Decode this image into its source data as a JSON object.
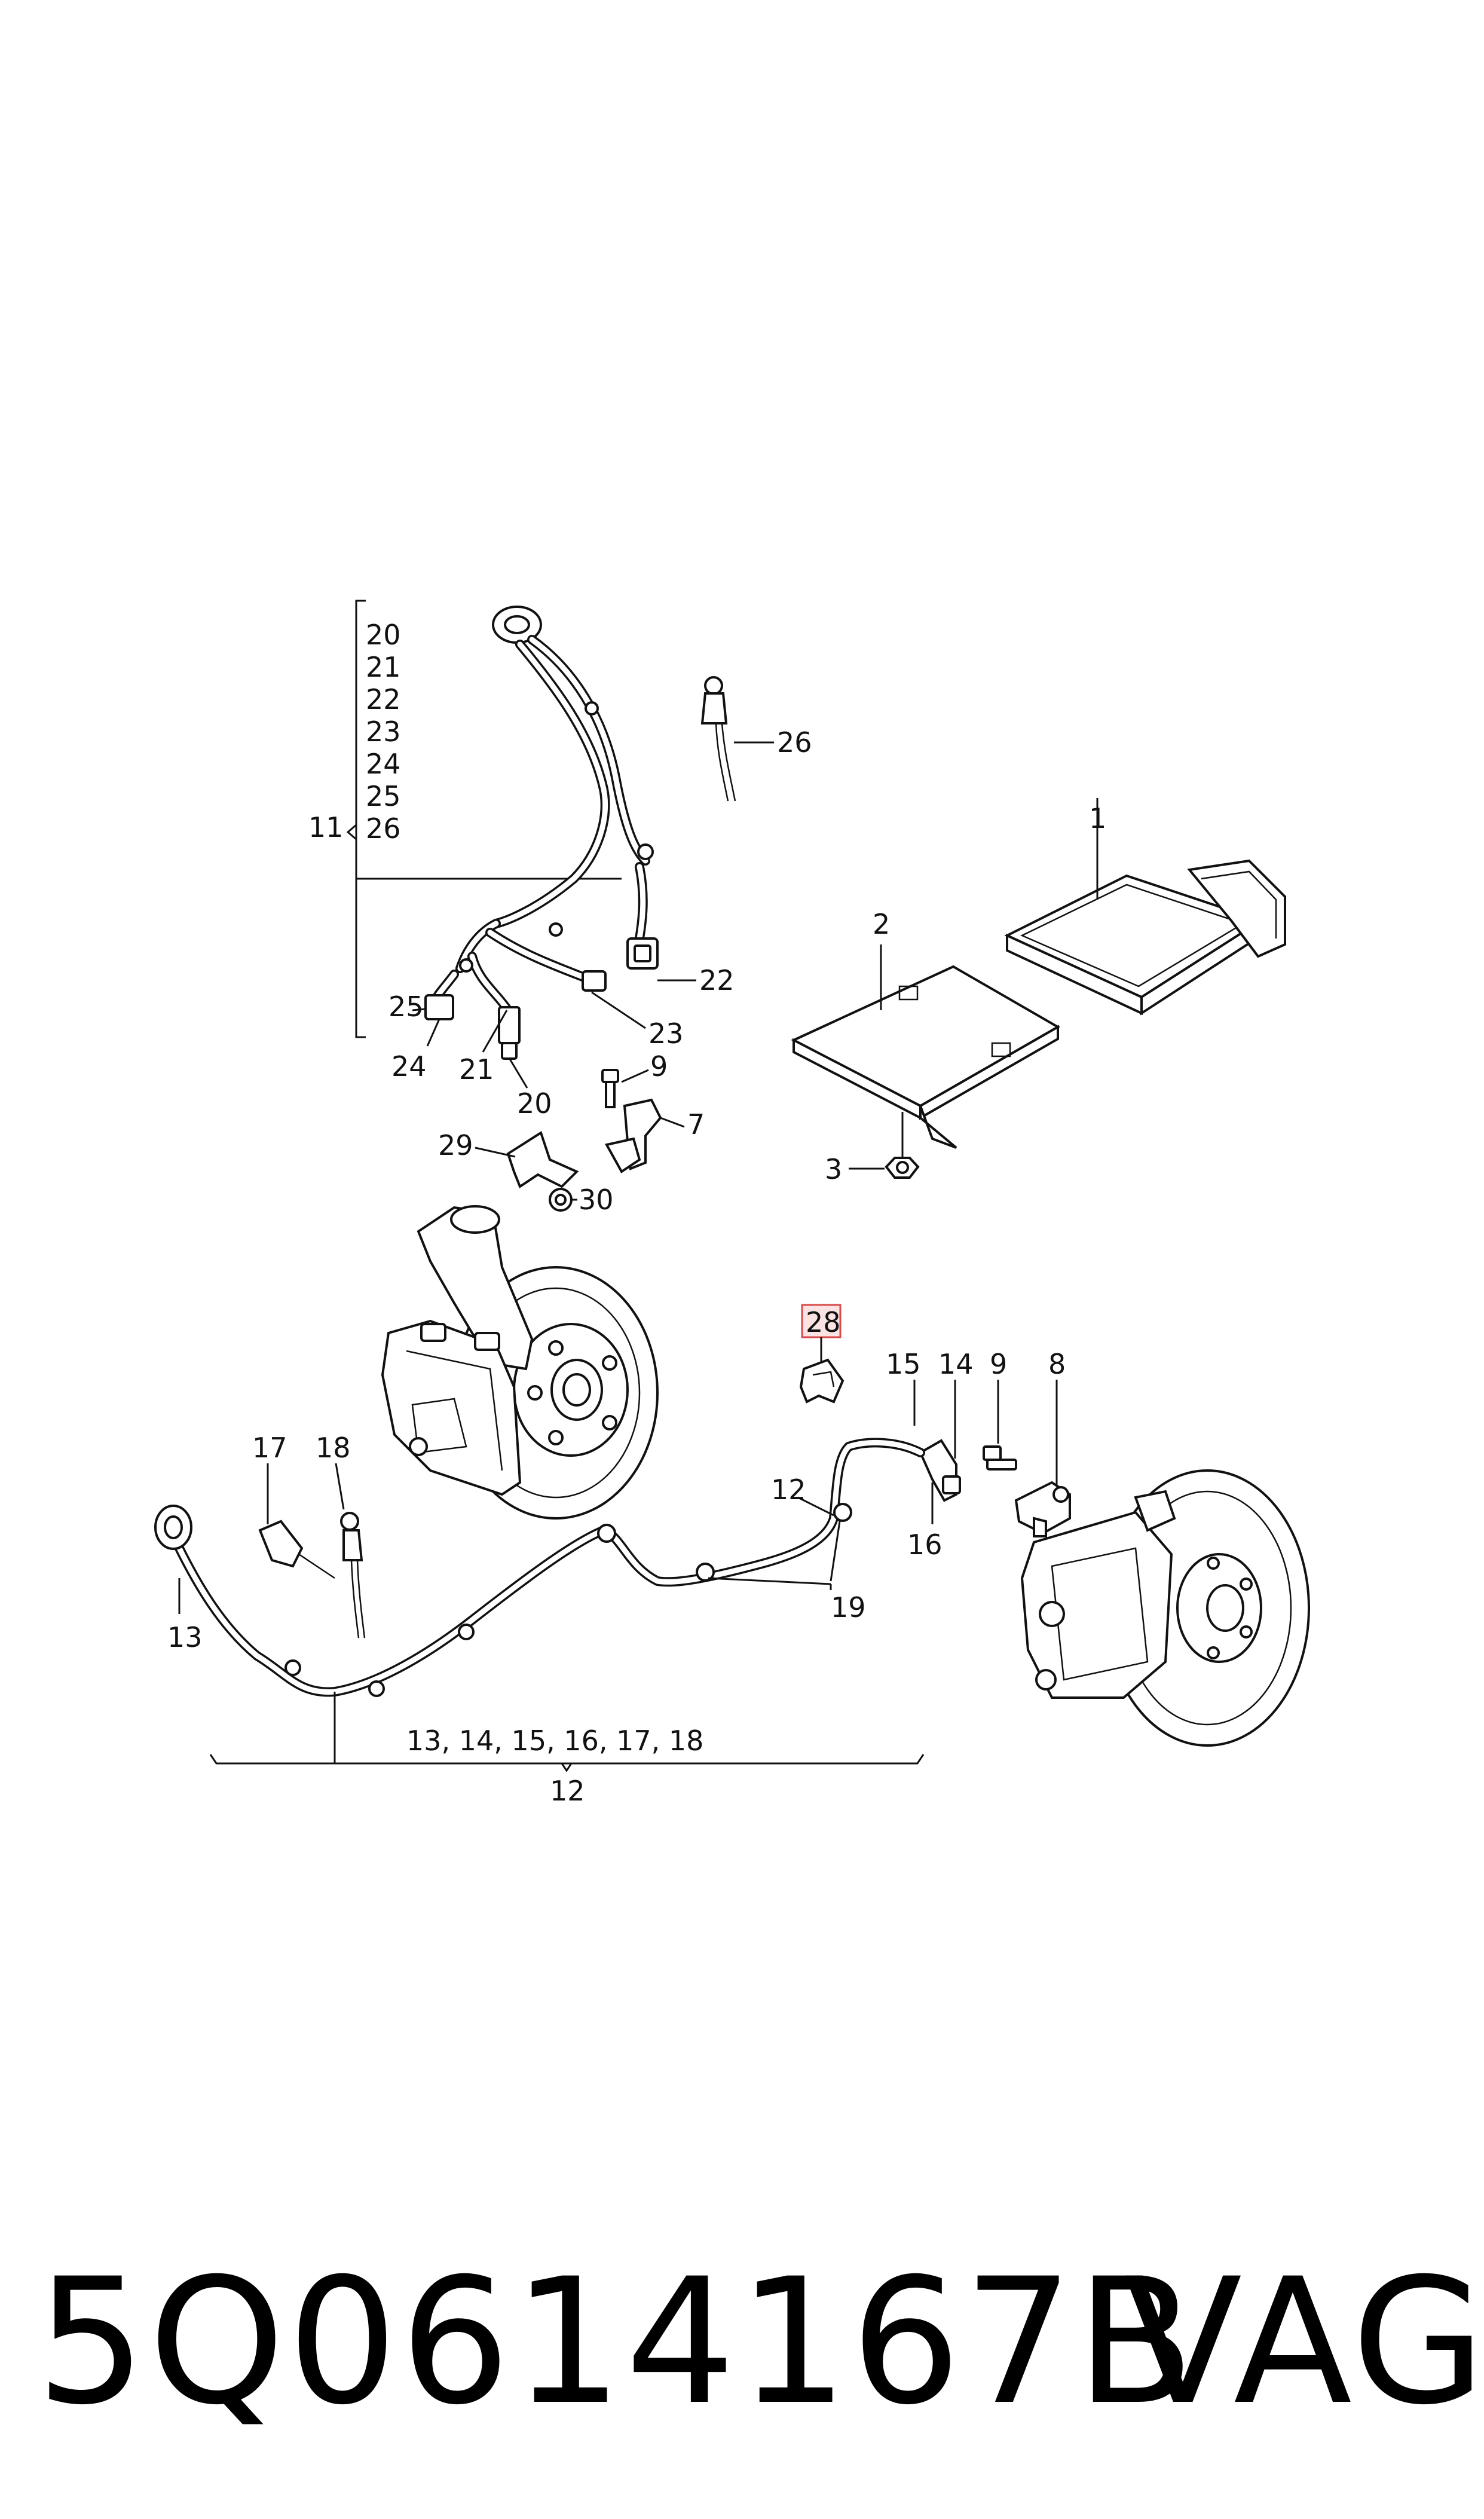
{
  "callouts": {
    "group11_list": [
      "20",
      "21",
      "22",
      "23",
      "24",
      "25",
      "26"
    ],
    "c11": "11",
    "c26": "26",
    "c1": "1",
    "c2": "2",
    "c22": "22",
    "c25": "25",
    "c23": "23",
    "c24": "24",
    "c21": "21",
    "c20": "20",
    "c9a": "9",
    "c7": "7",
    "c29": "29",
    "c30": "30",
    "c3": "3",
    "c28": "28",
    "c15": "15",
    "c14": "14",
    "c9b": "9",
    "c8": "8",
    "c17": "17",
    "c18": "18",
    "c12a": "12",
    "c16": "16",
    "c13": "13",
    "c19": "19",
    "group12_list": "13, 14, 15, 16, 17, 18",
    "c12b": "12"
  },
  "highlight_color": "#d94a4a",
  "part_number": "5Q0614167B",
  "brand": "VAG"
}
